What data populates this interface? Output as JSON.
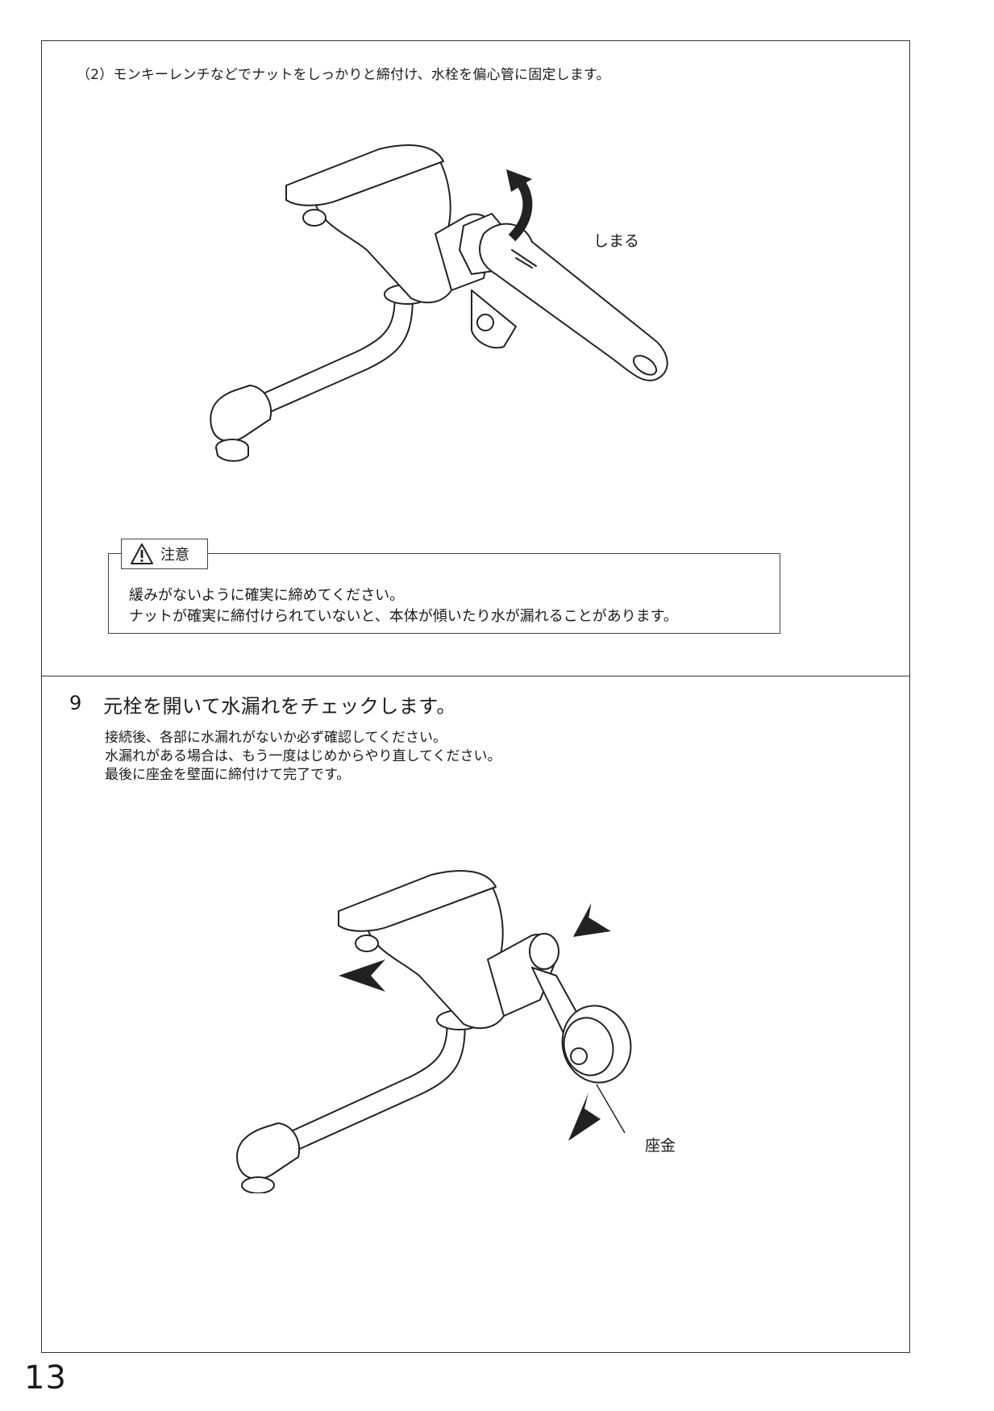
{
  "section_top": {
    "instruction": "（2）モンキーレンチなどでナットをしっかりと締付け、水栓を偏心管に固定します。",
    "arrow_label": "しまる",
    "caution": {
      "title": "注意",
      "lines": [
        "緩みがないように確実に締めてください。",
        "ナットが確実に締付けられていないと、本体が傾いたり水が漏れることがあります。"
      ]
    }
  },
  "step9": {
    "number": "9",
    "title": "元栓を開いて水漏れをチェックします。",
    "lines": [
      "接続後、各部に水漏れがないか必ず確認してください。",
      "水漏れがある場合は、もう一度はじめからやり直してください。",
      "最後に座金を壁面に締付けて完了です。"
    ],
    "callout_label": "座金"
  },
  "page_number": "13"
}
